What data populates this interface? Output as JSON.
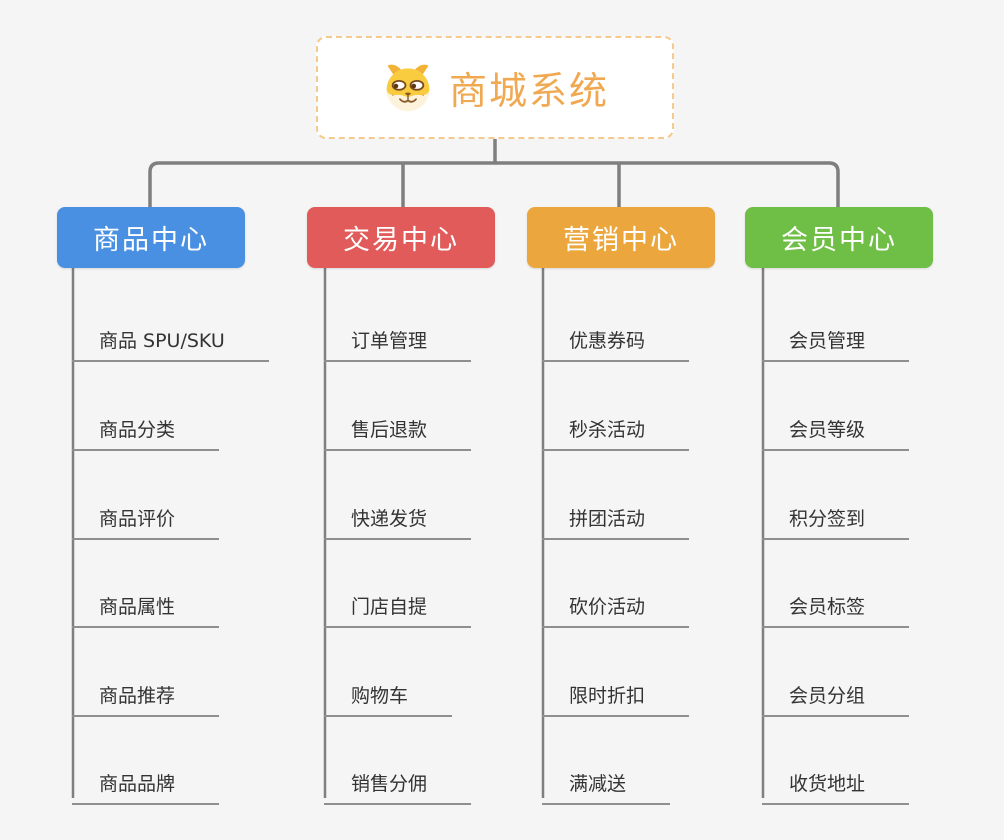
{
  "root": {
    "title": "商城系统",
    "icon": "shiba-dog-icon"
  },
  "branches": [
    {
      "label": "商品中心",
      "color": "#4A90E2",
      "children": [
        "商品 SPU/SKU",
        "商品分类",
        "商品评价",
        "商品属性",
        "商品推荐",
        "商品品牌"
      ]
    },
    {
      "label": "交易中心",
      "color": "#E25B5B",
      "children": [
        "订单管理",
        "售后退款",
        "快递发货",
        "门店自提",
        "购物车",
        "销售分佣"
      ]
    },
    {
      "label": "营销中心",
      "color": "#EBA73D",
      "children": [
        "优惠券码",
        "秒杀活动",
        "拼团活动",
        "砍价活动",
        "限时折扣",
        "满减送"
      ]
    },
    {
      "label": "会员中心",
      "color": "#6FBE45",
      "children": [
        "会员管理",
        "会员等级",
        "积分签到",
        "会员标签",
        "会员分组",
        "收货地址"
      ]
    }
  ],
  "colors": {
    "background": "#F5F5F5",
    "connector": "#7F7F7F",
    "underline": "#8F8F8F",
    "child_text": "#333333",
    "header_text": "#FFFFFF",
    "root_text": "#F0A851",
    "root_border": "#F6CA8E",
    "root_bg": "#FFFFFF"
  }
}
